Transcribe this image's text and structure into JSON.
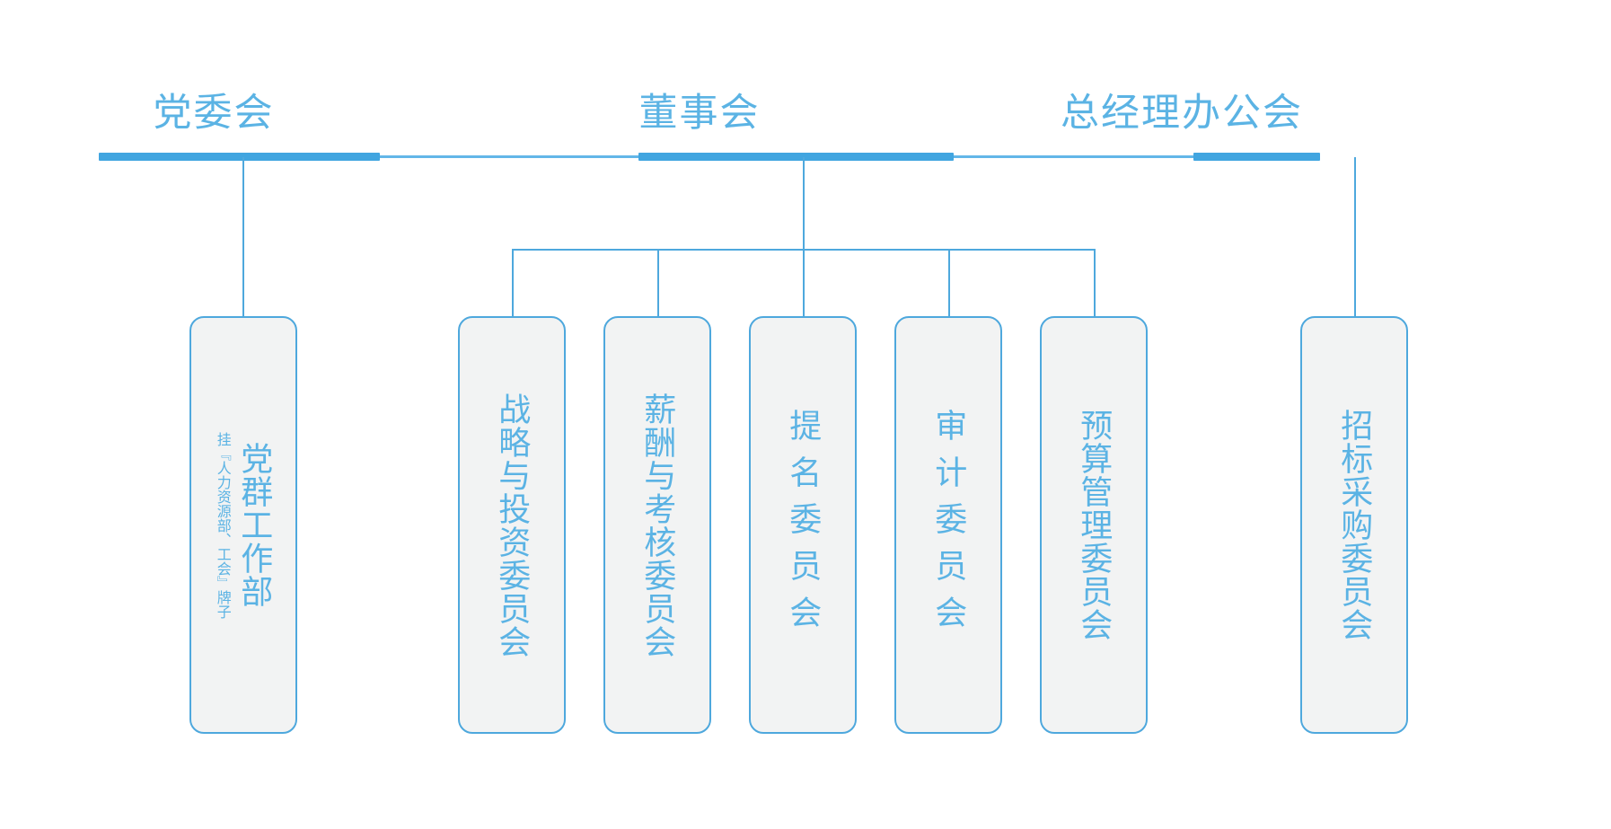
{
  "chart_title": "",
  "theme": {
    "accent": "#41a5e0",
    "line": "#4ea8dd",
    "text": "#5bb3e4",
    "node_fill": "#f2f3f3",
    "background": "#ffffff"
  },
  "top_level": [
    {
      "id": "party-committee",
      "label": "党委会"
    },
    {
      "id": "board-of-directors",
      "label": "董事会"
    },
    {
      "id": "gm-office-meeting",
      "label": "总经理办公会"
    }
  ],
  "nodes": [
    {
      "id": "party-affairs-department",
      "label": "党群工作部",
      "note": "挂『人力资源部、工会』牌子",
      "parent": "党委会",
      "spacing": "normal"
    },
    {
      "id": "strategy-investment-committee",
      "label": "战略与投资委员会",
      "note": "",
      "parent": "董事会",
      "spacing": "normal"
    },
    {
      "id": "compensation-appraisal-committee",
      "label": "薪酬与考核委员会",
      "note": "",
      "parent": "董事会",
      "spacing": "normal"
    },
    {
      "id": "nomination-committee",
      "label": "提名委员会",
      "note": "",
      "parent": "董事会",
      "spacing": "loose"
    },
    {
      "id": "audit-committee",
      "label": "审计委员会",
      "note": "",
      "parent": "董事会",
      "spacing": "loose"
    },
    {
      "id": "budget-management-committee",
      "label": "预算管理委员会",
      "note": "",
      "parent": "董事会",
      "spacing": "normal"
    },
    {
      "id": "bidding-procurement-committee",
      "label": "招标采购委员会",
      "note": "",
      "parent": "总经理办公会",
      "spacing": "normal"
    }
  ]
}
